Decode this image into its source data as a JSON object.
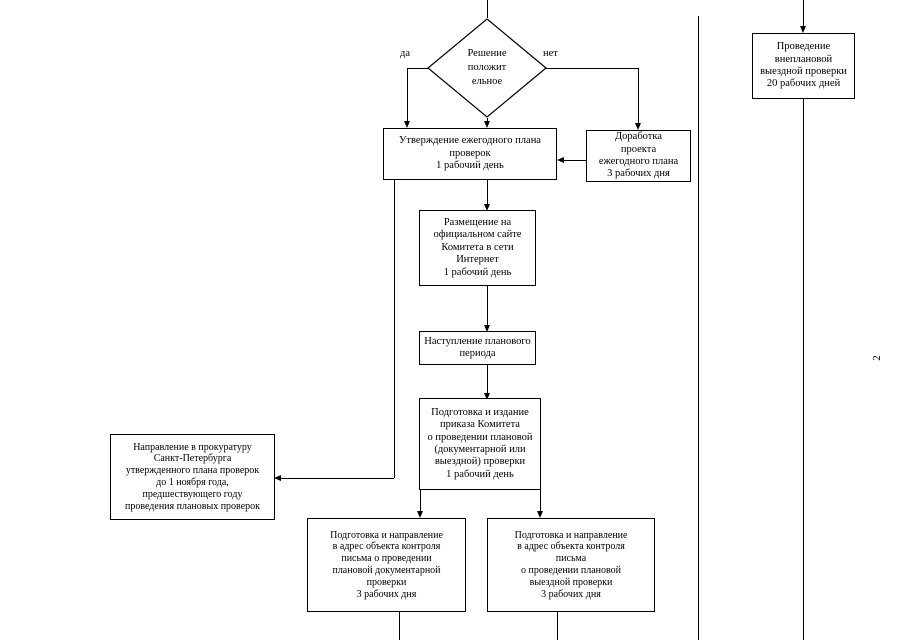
{
  "page": {
    "page_number": "2"
  },
  "flowchart": {
    "decision": {
      "id": "decision-resolution-positive",
      "text": "Решение\nположит\nельное"
    },
    "edge_labels": {
      "yes": "да",
      "no": "нет"
    },
    "nodes": [
      {
        "id": "approve-annual-plan",
        "text": "Утверждение ежегодного плана\nпроверок\n1 рабочий день"
      },
      {
        "id": "revise-draft-plan",
        "text": "Доработка\nпроекта\nежегодного плана\n3 рабочих дня"
      },
      {
        "id": "publish-on-site",
        "text": "Размещение на\nофициальном сайте\nКомитета в сети\nИнтернет\n1 рабочий день"
      },
      {
        "id": "planned-period-start",
        "text": "Наступление планового\nпериода"
      },
      {
        "id": "prepare-committee-order",
        "text": "Подготовка и издание\nприказа Комитета\nо проведении плановой\n(документарной или\nвыездной) проверки\n1 рабочий день"
      },
      {
        "id": "send-to-prosecutor",
        "text": "Направление в прокуратуру\nСанкт-Петербурга\nутвержденного плана проверок\nдо 1 ноября года,\nпредшествующего году\nпроведения плановых проверок"
      },
      {
        "id": "letter-documentary-check",
        "text": "Подготовка и направление\nв адрес объекта контроля\nписьма о проведении\nплановой документарной\nпроверки\n3 рабочих дня"
      },
      {
        "id": "letter-field-check",
        "text": "Подготовка и направление\nв адрес объекта контроля\nписьма\nо проведении плановой\nвыездной проверки\n3 рабочих дня"
      },
      {
        "id": "unscheduled-field-check",
        "text": "Проведение\nвнеплановой\nвыездной проверки\n20 рабочих дней"
      }
    ]
  }
}
